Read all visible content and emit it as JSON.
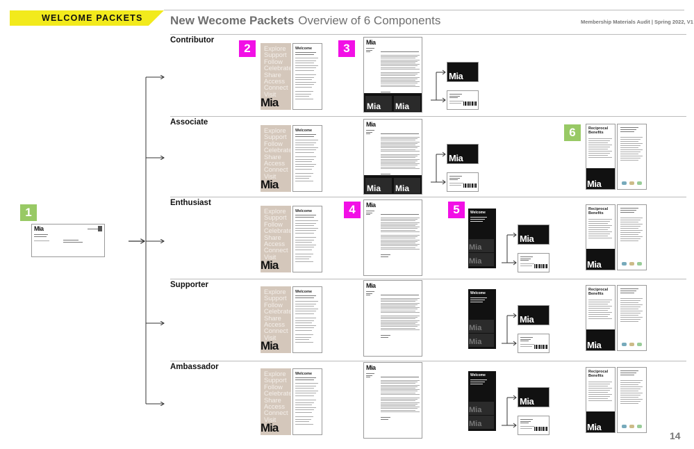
{
  "header": {
    "section_tag": "WELCOME PACKETS",
    "title_bold": "New Wecome Packets",
    "title_light": "Overview of 6 Components",
    "meta": "Membership Materials Audit | Spring 2022, V1"
  },
  "page_number": "14",
  "badges": [
    "1",
    "2",
    "3",
    "4",
    "5",
    "6"
  ],
  "rows": [
    {
      "label": "Contributor"
    },
    {
      "label": "Associate"
    },
    {
      "label": "Enthusiast"
    },
    {
      "label": "Supporter"
    },
    {
      "label": "Ambassador"
    }
  ],
  "brand": {
    "logo": "Mia"
  },
  "welcome_card": {
    "words": [
      "Explore",
      "Support",
      "Follow",
      "Celebrate",
      "Share",
      "Access",
      "Connect",
      "Visit"
    ],
    "heading": "Welcome"
  },
  "benefits_card": {
    "heading": "Reciprocal Benefits"
  },
  "welcome_dark_card": {
    "heading": "Welcome"
  },
  "colors": {
    "tag_yellow": "#f2ea1c",
    "badge_pink": "#f20fe6",
    "badge_green": "#98c965",
    "kraft": "#d4c7bb"
  }
}
